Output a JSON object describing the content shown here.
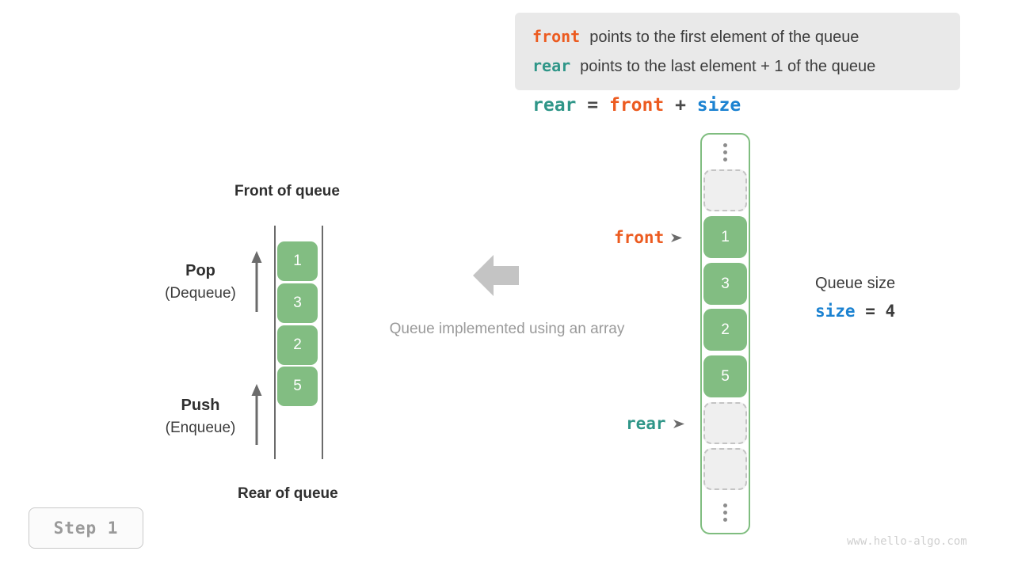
{
  "legend": {
    "lines": [
      {
        "keyword": "front",
        "keyword_color": "#ec5b20",
        "text": "points to the first element of the queue"
      },
      {
        "keyword": "rear",
        "keyword_color": "#2f9688",
        "text": "points to the last element + 1 of the queue"
      }
    ],
    "background_color": "#e9e9e9"
  },
  "formula": {
    "lhs": "rear",
    "equals": "=",
    "rhs1": "front",
    "plus": "+",
    "rhs2": "size"
  },
  "left_queue": {
    "front_title": "Front of queue",
    "rear_title": "Rear of queue",
    "cells": [
      "1",
      "3",
      "2",
      "5"
    ],
    "pop_label": "Pop",
    "pop_sublabel": "(Dequeue)",
    "push_label": "Push",
    "push_sublabel": "(Enqueue)",
    "cell_color": "#82bd82"
  },
  "center": {
    "caption": "Queue implemented using an array",
    "arrow_direction": "left",
    "arrow_color": "#c4c4c4"
  },
  "array": {
    "border_color": "#7fbd7f",
    "slots": [
      {
        "kind": "empty",
        "value": ""
      },
      {
        "kind": "filled",
        "value": "1"
      },
      {
        "kind": "filled",
        "value": "3"
      },
      {
        "kind": "filled",
        "value": "2"
      },
      {
        "kind": "filled",
        "value": "5"
      },
      {
        "kind": "empty",
        "value": ""
      },
      {
        "kind": "empty",
        "value": ""
      }
    ],
    "pointers": {
      "front_label": "front",
      "rear_label": "rear"
    }
  },
  "size_annotation": {
    "caption": "Queue size",
    "name": "size",
    "equals": "=",
    "value": "4"
  },
  "step_badge": {
    "label": "Step 1"
  },
  "watermark": {
    "text": "www.hello-algo.com"
  }
}
